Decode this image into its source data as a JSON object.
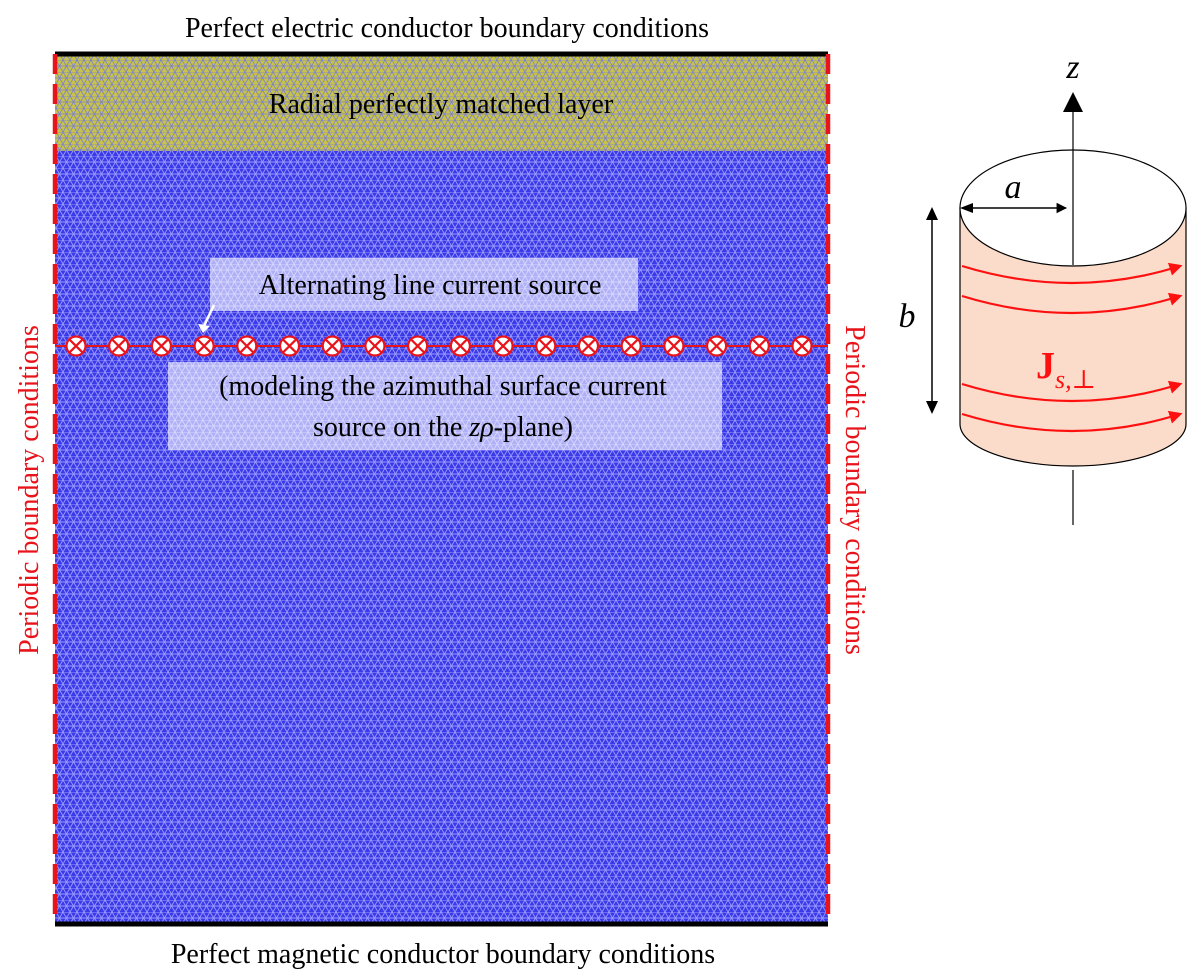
{
  "labels": {
    "top_boundary": "Perfect electric conductor boundary conditions",
    "bottom_boundary": "Perfect magnetic conductor boundary conditions",
    "left_boundary": "Periodic boundary conditions",
    "right_boundary": "Periodic boundary conditions",
    "pml": "Radial perfectly matched layer",
    "source": "Alternating line current source",
    "source_note_line1": "(modeling the azimuthal surface current",
    "source_note_line2_pre": "source on the ",
    "source_note_line2_var": "zρ",
    "source_note_line2_post": "-plane)"
  },
  "inset": {
    "z_label": "z",
    "a_label": "a",
    "b_label": "b",
    "current_label_main": "J",
    "current_label_sub": "s,⊥"
  },
  "source_markers": {
    "count": 18,
    "symbol": "circle-x-icon"
  },
  "colors": {
    "mesh_fill": "#3a3ae8",
    "mesh_line": "#8b8bff",
    "pml_fill": "#c7c24a",
    "pml_line": "#6f74d6",
    "periodic_boundary": "#e8141b",
    "conductor_boundary": "#000000",
    "source": "#e8141b",
    "cylinder_fill": "#fbdcca",
    "current_arrow": "#ff1010"
  }
}
